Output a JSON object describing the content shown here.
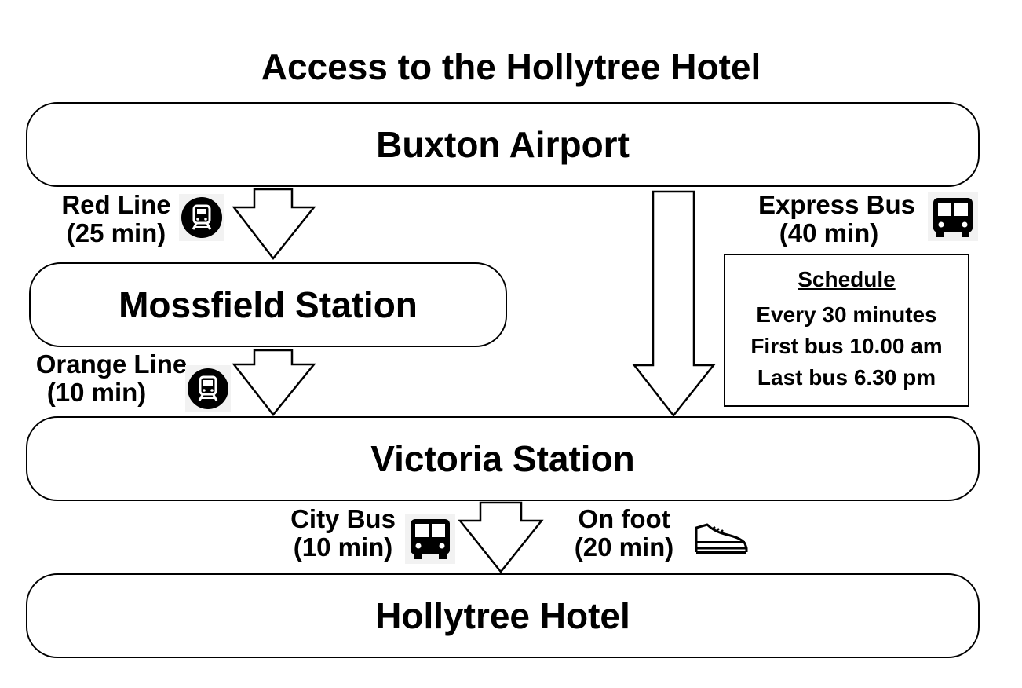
{
  "title": "Access to the Hollytree Hotel",
  "nodes": {
    "airport": "Buxton Airport",
    "mossfield": "Mossfield Station",
    "victoria": "Victoria Station",
    "hotel": "Hollytree Hotel"
  },
  "routes": {
    "red_line": {
      "name": "Red Line",
      "time": "(25 min)",
      "icon": "train-icon"
    },
    "orange_line": {
      "name": "Orange Line",
      "time": "(10 min)",
      "icon": "train-icon"
    },
    "express_bus": {
      "name": "Express Bus",
      "time": "(40 min)",
      "icon": "bus-icon"
    },
    "city_bus": {
      "name": "City Bus",
      "time": "(10 min)",
      "icon": "bus-icon"
    },
    "on_foot": {
      "name": "On foot",
      "time": "(20 min)",
      "icon": "shoe-icon"
    }
  },
  "schedule": {
    "heading": "Schedule",
    "frequency": "Every 30 minutes",
    "first_bus": "First bus 10.00 am",
    "last_bus": "Last bus 6.30 pm"
  }
}
